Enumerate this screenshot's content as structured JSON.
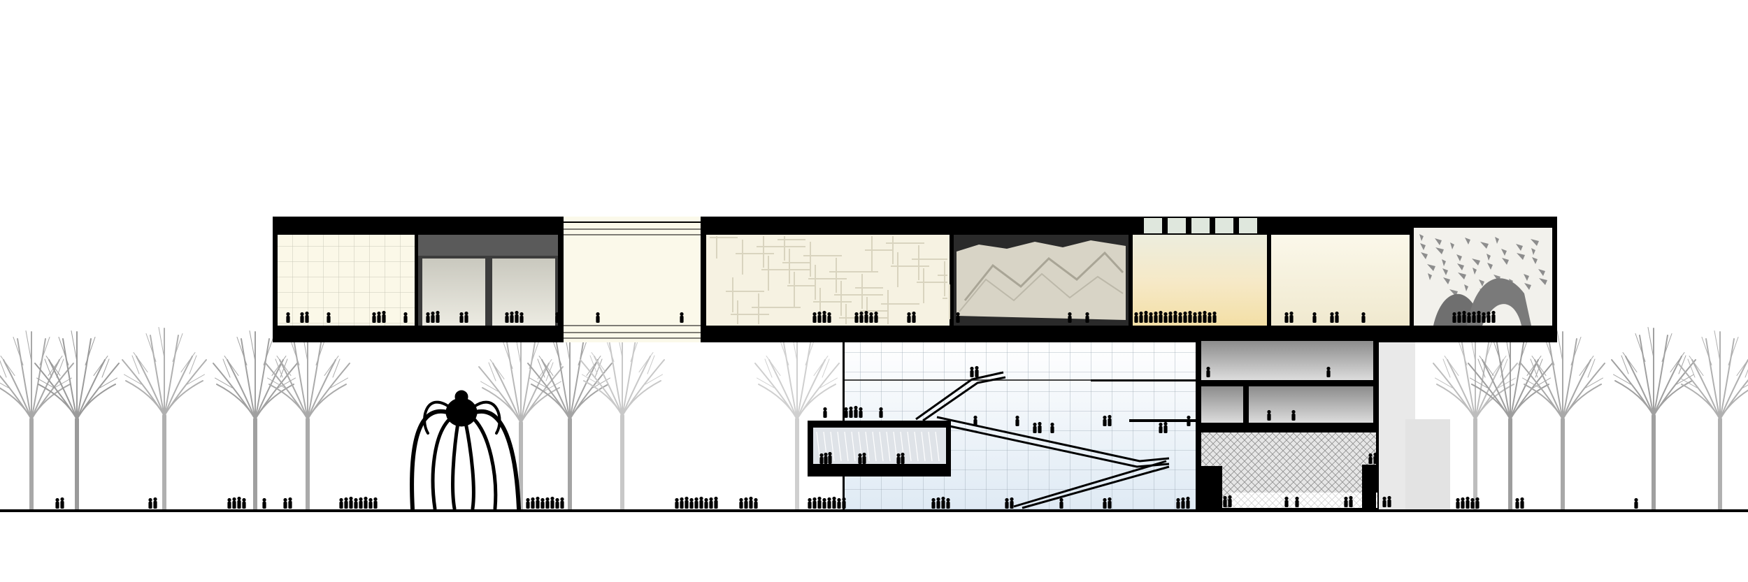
{
  "drawing": {
    "type": "architectural-section",
    "labels": [],
    "colors": {
      "structure": "#000000",
      "background": "#ffffff",
      "tree": "#9a9a9a",
      "tree_light": "#c4c4c4",
      "glass_tint": "#e8f1f8",
      "gallery_warm": "#f6f1df",
      "gallery_cream": "#fbf7e6",
      "grey_room": "#b9b9b9",
      "concrete": "#e4e4e4",
      "crosshatch": "#bdbdbd"
    },
    "upper_galleries": [
      {
        "name": "grid-gallery",
        "style": "grid"
      },
      {
        "name": "alcove-gallery",
        "style": "alcoves"
      },
      {
        "name": "stair-void",
        "style": "void"
      },
      {
        "name": "lattice-gallery",
        "style": "lattice"
      },
      {
        "name": "landscape-gallery",
        "style": "relief"
      },
      {
        "name": "skylight-gallery",
        "style": "skylight"
      },
      {
        "name": "plain-gallery",
        "style": "plain"
      },
      {
        "name": "mobile-gallery",
        "style": "sculpture"
      }
    ],
    "lower_volumes": [
      {
        "name": "atrium",
        "style": "glazed-grid"
      },
      {
        "name": "cantilevered-cafe",
        "style": "glazed"
      },
      {
        "name": "service-rooms",
        "style": "grey"
      },
      {
        "name": "lobby",
        "style": "crosshatch"
      },
      {
        "name": "core",
        "style": "concrete"
      }
    ],
    "sculpture": "spider-sculpture-icon",
    "escalators": 2
  }
}
